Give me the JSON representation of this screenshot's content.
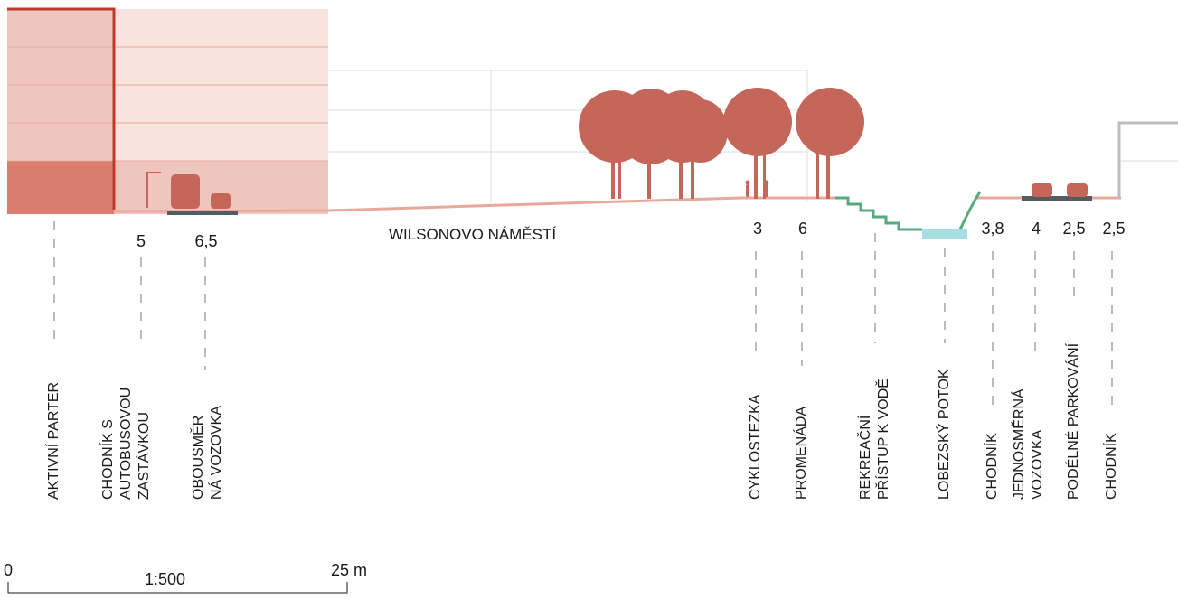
{
  "colors": {
    "building_light": "#f9e3de",
    "building_mid": "#efc6bd",
    "building_dark": "#d97e6e",
    "building_edge": "#c0392b",
    "tree": "#c4675a",
    "ground": "#e8a99c",
    "water": "#a8dde3",
    "green_bank": "#5aa880",
    "road": "#555c61",
    "right_building": "#bdbdbd",
    "grid_line": "#dddddd",
    "dash": "#777777"
  },
  "place_label": "WILSONOVO NÁMĚSTÍ",
  "widths": [
    {
      "id": "w-5",
      "text": "5"
    },
    {
      "id": "w-6-5",
      "text": "6,5"
    },
    {
      "id": "w-3",
      "text": "3"
    },
    {
      "id": "w-6",
      "text": "6"
    },
    {
      "id": "w-3-8",
      "text": "3,8"
    },
    {
      "id": "w-4",
      "text": "4"
    },
    {
      "id": "w-2-5a",
      "text": "2,5"
    },
    {
      "id": "w-2-5b",
      "text": "2,5"
    }
  ],
  "zones": [
    {
      "id": "aktivni-parter",
      "lines": [
        "AKTIVNÍ PARTER"
      ]
    },
    {
      "id": "chodnik-zastavka",
      "lines": [
        "CHODNÍK S",
        "AUTOBUSOVOU",
        "ZASTÁVKOU"
      ]
    },
    {
      "id": "obousmerna",
      "lines": [
        "OBOUSMĚR",
        "NÁ VOZOVKA"
      ]
    },
    {
      "id": "cyklostezka",
      "lines": [
        "CYKLOSTEZKA"
      ]
    },
    {
      "id": "promenada",
      "lines": [
        "PROMENÁDA"
      ]
    },
    {
      "id": "rekreacni",
      "lines": [
        "REKREAČNÍ",
        "PŘÍSTUP K VODĚ"
      ]
    },
    {
      "id": "potok",
      "lines": [
        "LOBEZSKÝ POTOK"
      ]
    },
    {
      "id": "chodnik-1",
      "lines": [
        "CHODNÍK"
      ]
    },
    {
      "id": "jednosmerna",
      "lines": [
        "JEDNOSMĚRNÁ",
        "VOZOVKA"
      ]
    },
    {
      "id": "parkovani",
      "lines": [
        "PODÉLNÉ PARKOVÁNÍ"
      ]
    },
    {
      "id": "chodnik-2",
      "lines": [
        "CHODNÍK"
      ]
    }
  ],
  "scale": {
    "start": "0",
    "end": "25 m",
    "ratio": "1:500"
  }
}
